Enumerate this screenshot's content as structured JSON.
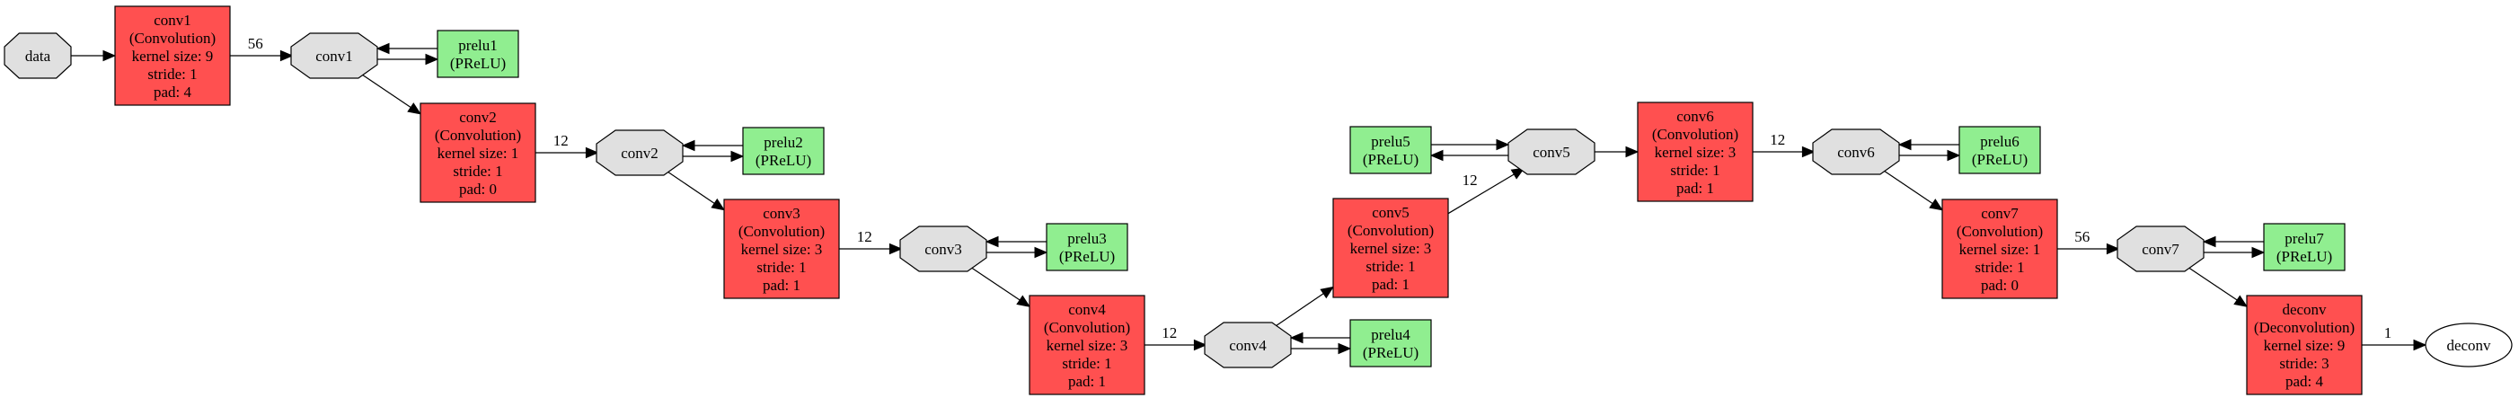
{
  "colors": {
    "blob": "#e0e0e0",
    "conv": "#ff5050",
    "prelu": "#90ee90",
    "stroke": "#000000",
    "background": "#ffffff"
  },
  "nodes": [
    {
      "id": "data",
      "shape": "octagon",
      "lines": [
        "data"
      ]
    },
    {
      "id": "conv1_layer",
      "shape": "rect",
      "kind": "conv",
      "lines": [
        "conv1",
        "(Convolution)",
        "kernel size: 9",
        "stride: 1",
        "pad: 4"
      ]
    },
    {
      "id": "conv1",
      "shape": "octagon",
      "lines": [
        "conv1"
      ]
    },
    {
      "id": "prelu1",
      "shape": "rect",
      "kind": "prelu",
      "lines": [
        "prelu1",
        "(PReLU)"
      ]
    },
    {
      "id": "conv2_layer",
      "shape": "rect",
      "kind": "conv",
      "lines": [
        "conv2",
        "(Convolution)",
        "kernel size: 1",
        "stride: 1",
        "pad: 0"
      ]
    },
    {
      "id": "conv2",
      "shape": "octagon",
      "lines": [
        "conv2"
      ]
    },
    {
      "id": "prelu2",
      "shape": "rect",
      "kind": "prelu",
      "lines": [
        "prelu2",
        "(PReLU)"
      ]
    },
    {
      "id": "conv3_layer",
      "shape": "rect",
      "kind": "conv",
      "lines": [
        "conv3",
        "(Convolution)",
        "kernel size: 3",
        "stride: 1",
        "pad: 1"
      ]
    },
    {
      "id": "conv3",
      "shape": "octagon",
      "lines": [
        "conv3"
      ]
    },
    {
      "id": "prelu3",
      "shape": "rect",
      "kind": "prelu",
      "lines": [
        "prelu3",
        "(PReLU)"
      ]
    },
    {
      "id": "conv4_layer",
      "shape": "rect",
      "kind": "conv",
      "lines": [
        "conv4",
        "(Convolution)",
        "kernel size: 3",
        "stride: 1",
        "pad: 1"
      ]
    },
    {
      "id": "conv4",
      "shape": "octagon",
      "lines": [
        "conv4"
      ]
    },
    {
      "id": "prelu4",
      "shape": "rect",
      "kind": "prelu",
      "lines": [
        "prelu4",
        "(PReLU)"
      ]
    },
    {
      "id": "conv5_layer",
      "shape": "rect",
      "kind": "conv",
      "lines": [
        "conv5",
        "(Convolution)",
        "kernel size: 3",
        "stride: 1",
        "pad: 1"
      ]
    },
    {
      "id": "conv5",
      "shape": "octagon",
      "lines": [
        "conv5"
      ]
    },
    {
      "id": "prelu5",
      "shape": "rect",
      "kind": "prelu",
      "lines": [
        "prelu5",
        "(PReLU)"
      ]
    },
    {
      "id": "conv6_layer",
      "shape": "rect",
      "kind": "conv",
      "lines": [
        "conv6",
        "(Convolution)",
        "kernel size: 3",
        "stride: 1",
        "pad: 1"
      ]
    },
    {
      "id": "conv6",
      "shape": "octagon",
      "lines": [
        "conv6"
      ]
    },
    {
      "id": "prelu6",
      "shape": "rect",
      "kind": "prelu",
      "lines": [
        "prelu6",
        "(PReLU)"
      ]
    },
    {
      "id": "conv7_layer",
      "shape": "rect",
      "kind": "conv",
      "lines": [
        "conv7",
        "(Convolution)",
        "kernel size: 1",
        "stride: 1",
        "pad: 0"
      ]
    },
    {
      "id": "conv7",
      "shape": "octagon",
      "lines": [
        "conv7"
      ]
    },
    {
      "id": "prelu7",
      "shape": "rect",
      "kind": "prelu",
      "lines": [
        "prelu7",
        "(PReLU)"
      ]
    },
    {
      "id": "deconv_layer",
      "shape": "rect",
      "kind": "conv",
      "lines": [
        "deconv",
        "(Deconvolution)",
        "kernel size: 9",
        "stride: 3",
        "pad: 4"
      ]
    },
    {
      "id": "deconv",
      "shape": "ellipse",
      "lines": [
        "deconv"
      ]
    }
  ],
  "edges": [
    {
      "from": "data",
      "to": "conv1_layer",
      "label": ""
    },
    {
      "from": "conv1_layer",
      "to": "conv1",
      "label": "56"
    },
    {
      "from": "conv1",
      "to": "prelu1",
      "label": ""
    },
    {
      "from": "prelu1",
      "to": "conv1",
      "label": ""
    },
    {
      "from": "conv1",
      "to": "conv2_layer",
      "label": ""
    },
    {
      "from": "conv2_layer",
      "to": "conv2",
      "label": "12"
    },
    {
      "from": "conv2",
      "to": "prelu2",
      "label": ""
    },
    {
      "from": "prelu2",
      "to": "conv2",
      "label": ""
    },
    {
      "from": "conv2",
      "to": "conv3_layer",
      "label": ""
    },
    {
      "from": "conv3_layer",
      "to": "conv3",
      "label": "12"
    },
    {
      "from": "conv3",
      "to": "prelu3",
      "label": ""
    },
    {
      "from": "prelu3",
      "to": "conv3",
      "label": ""
    },
    {
      "from": "conv3",
      "to": "conv4_layer",
      "label": ""
    },
    {
      "from": "conv4_layer",
      "to": "conv4",
      "label": "12"
    },
    {
      "from": "conv4",
      "to": "prelu4",
      "label": ""
    },
    {
      "from": "prelu4",
      "to": "conv4",
      "label": ""
    },
    {
      "from": "conv4",
      "to": "conv5_layer",
      "label": ""
    },
    {
      "from": "conv5_layer",
      "to": "conv5",
      "label": "12"
    },
    {
      "from": "conv5",
      "to": "prelu5",
      "label": ""
    },
    {
      "from": "prelu5",
      "to": "conv5",
      "label": ""
    },
    {
      "from": "conv5",
      "to": "conv6_layer",
      "label": ""
    },
    {
      "from": "conv6_layer",
      "to": "conv6",
      "label": "12"
    },
    {
      "from": "conv6",
      "to": "prelu6",
      "label": ""
    },
    {
      "from": "prelu6",
      "to": "conv6",
      "label": ""
    },
    {
      "from": "conv6",
      "to": "conv7_layer",
      "label": ""
    },
    {
      "from": "conv7_layer",
      "to": "conv7",
      "label": "56"
    },
    {
      "from": "conv7",
      "to": "prelu7",
      "label": ""
    },
    {
      "from": "prelu7",
      "to": "conv7",
      "label": ""
    },
    {
      "from": "conv7",
      "to": "deconv_layer",
      "label": ""
    },
    {
      "from": "deconv_layer",
      "to": "deconv",
      "label": "1"
    }
  ]
}
